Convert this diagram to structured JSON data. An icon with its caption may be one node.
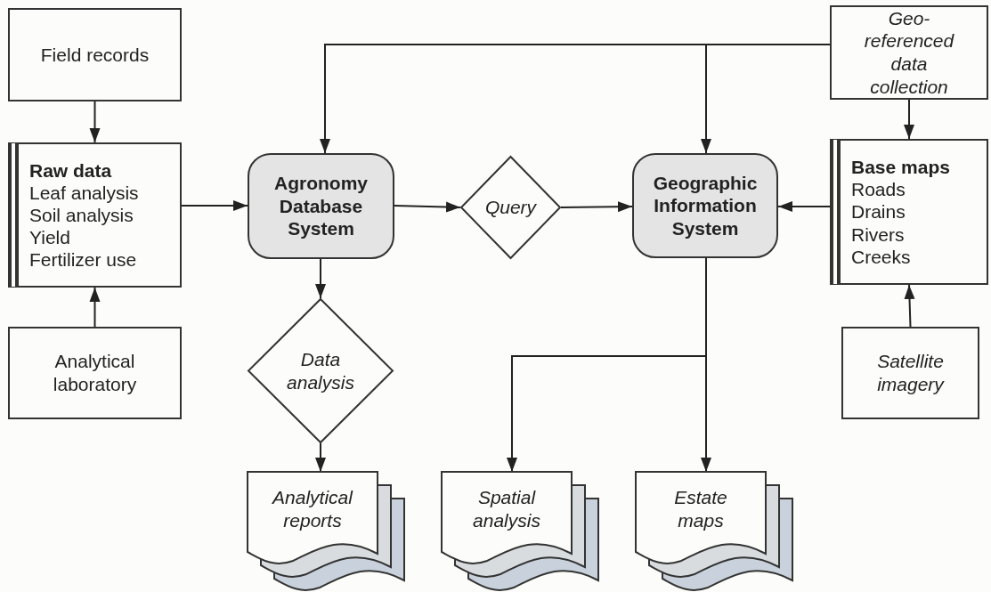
{
  "diagram": {
    "nodes": [
      {
        "text": [
          "Field records"
        ]
      },
      {
        "text": [
          "Raw data",
          "Leaf analysis",
          "Soil analysis",
          "Yield",
          "Fertilizer use"
        ]
      },
      {
        "text": [
          "Analytical laboratory"
        ]
      },
      {
        "text": [
          "Agronomy Database System"
        ]
      },
      {
        "text": [
          "Query"
        ]
      },
      {
        "text": [
          "Geographic Information System"
        ]
      },
      {
        "text": [
          "Geo-referenced data collection"
        ]
      },
      {
        "text": [
          "Base maps",
          "Roads",
          "Drains",
          "Rivers",
          "Creeks"
        ]
      },
      {
        "text": [
          "Satellite imagery"
        ]
      },
      {
        "text": [
          "Data analysis"
        ]
      },
      {
        "text": [
          "Analytical reports"
        ]
      },
      {
        "text": [
          "Spatial analysis"
        ]
      },
      {
        "text": [
          "Estate maps"
        ]
      }
    ],
    "edges": [
      {
        "from": 0,
        "to": 1,
        "arrow": "to"
      },
      {
        "from": 2,
        "to": 1,
        "arrow": "to"
      },
      {
        "from": 1,
        "to": 3,
        "arrow": "to"
      },
      {
        "from": 3,
        "to": 4,
        "arrow": "to"
      },
      {
        "from": 4,
        "to": 5,
        "arrow": "to"
      },
      {
        "from": 7,
        "to": 5,
        "arrow": "to"
      },
      {
        "from": 6,
        "to": 7,
        "arrow": "to"
      },
      {
        "from": 6,
        "to": 3,
        "arrow": "to"
      },
      {
        "from": 6,
        "to": 5,
        "arrow": "to"
      },
      {
        "from": 8,
        "to": 7,
        "arrow": "to"
      },
      {
        "from": 3,
        "to": 9,
        "arrow": "to"
      },
      {
        "from": 9,
        "to": 10,
        "arrow": "to"
      },
      {
        "from": 5,
        "to": 11,
        "arrow": "to"
      },
      {
        "from": 5,
        "to": 12,
        "arrow": "to"
      }
    ]
  }
}
